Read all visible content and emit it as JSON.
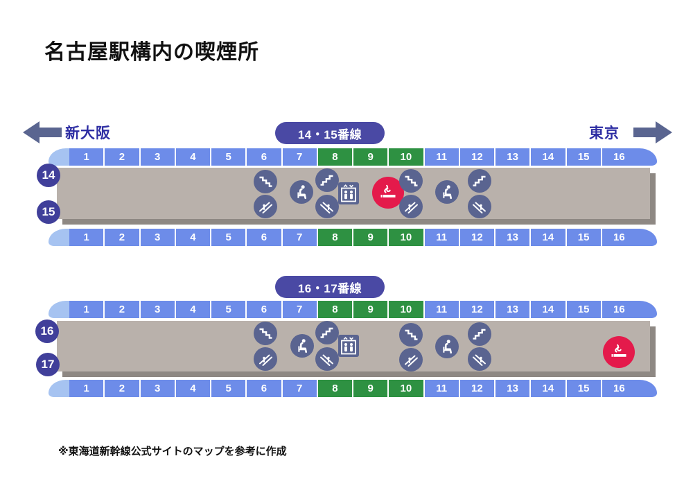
{
  "page": {
    "title": "名古屋駅構内の喫煙所",
    "footnote": "※東海道新幹線公式サイトのマップを参考に作成"
  },
  "directions": {
    "left": "新大阪",
    "right": "東京"
  },
  "train": {
    "cars": [
      "1",
      "2",
      "3",
      "4",
      "5",
      "6",
      "7",
      "8",
      "9",
      "10",
      "11",
      "12",
      "13",
      "14",
      "15",
      "16"
    ],
    "green_cars": [
      8,
      9,
      10
    ]
  },
  "sections": [
    {
      "badge": "14・15番線",
      "platform_numbers": [
        "14",
        "15"
      ]
    },
    {
      "badge": "16・17番線",
      "platform_numbers": [
        "16",
        "17"
      ]
    }
  ],
  "icons": {
    "stairs": "stairs-icon",
    "escalator": "escalator-icon",
    "bench": "seated-person-icon",
    "elevator": "elevator-icon",
    "smoking": "smoking-area-icon",
    "arrow_left": "arrow-left-icon",
    "arrow_right": "arrow-right-icon"
  },
  "colors": {
    "car_blue": "#6d8ce9",
    "car_green": "#2e9142",
    "nose_blue": "#a6c3f1",
    "badge_purple": "#4a49a4",
    "platform_gray": "#b9b1ab",
    "platform_shadow": "#8e8883",
    "icon_slate": "#5a6490",
    "smoking_red": "#e41a4b",
    "number_navy": "#403f9a",
    "direction_text": "#2d2da3",
    "arrow_slate": "#5a6590"
  }
}
